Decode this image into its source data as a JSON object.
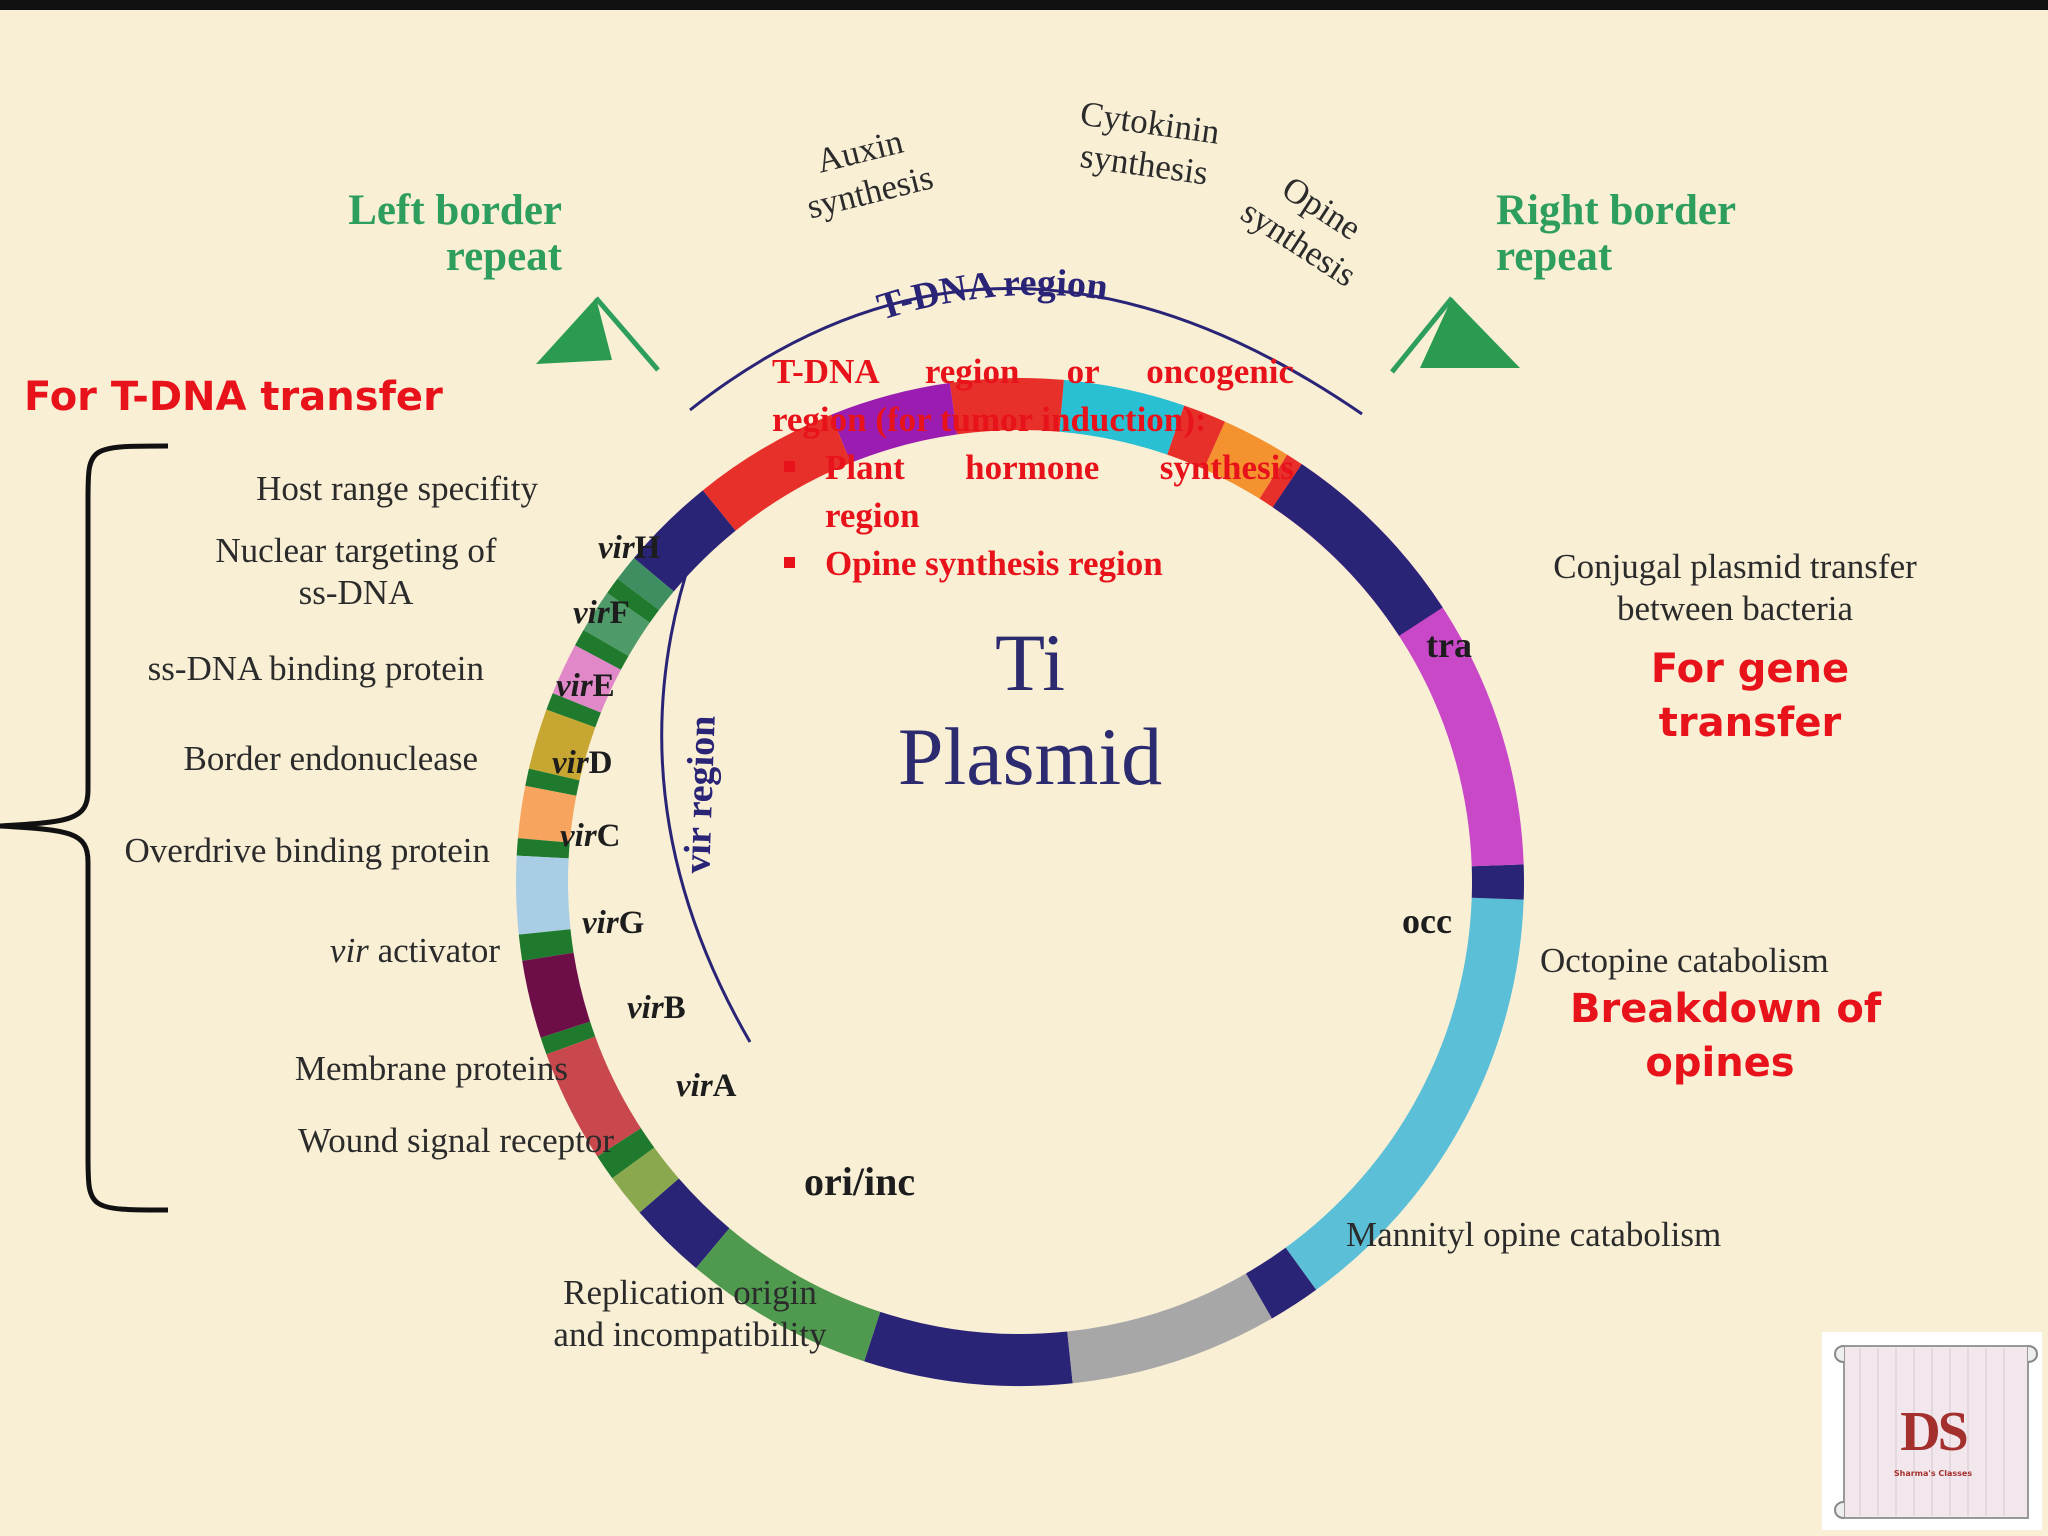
{
  "colors": {
    "background": "#f9efd5",
    "annotation_red": "#e8121b",
    "border_green": "#2e9e5e",
    "ring_navy": "#2a2477"
  },
  "red_labels": {
    "t_dna_transfer": "For T-DNA transfer",
    "gene_transfer": [
      "For gene",
      "transfer"
    ],
    "breakdown": [
      "Breakdown of",
      "opines"
    ]
  },
  "border_repeats": {
    "left": [
      "Left border",
      "repeat"
    ],
    "right": [
      "Right border",
      "repeat"
    ]
  },
  "top_labels": {
    "auxin": [
      "Auxin",
      "synthesis"
    ],
    "cytokinin": [
      "Cytokinin",
      "synthesis"
    ],
    "opine": [
      "Opine",
      "synthesis"
    ]
  },
  "arc_labels": {
    "t_dna_region": "T-DNA region",
    "vir_region": "vir region"
  },
  "center_title": [
    "Ti",
    "Plasmid"
  ],
  "t_dna_box": {
    "intro_line1": "T-DNA region or oncogenic",
    "intro_line2": "region (for tumor induction):",
    "bullets": [
      [
        "Plant hormone synthesis",
        "region"
      ],
      [
        "Opine synthesis region"
      ]
    ]
  },
  "left_functions": [
    {
      "lines": [
        "Host range specifity"
      ]
    },
    {
      "lines": [
        "Nuclear targeting of",
        "ss-DNA"
      ]
    },
    {
      "lines": [
        "ss-DNA binding protein"
      ]
    },
    {
      "lines": [
        "Border endonuclease"
      ]
    },
    {
      "lines": [
        "Overdrive binding protein"
      ]
    },
    {
      "prefix": "vir",
      "rest": " activator"
    },
    {
      "lines": [
        "Membrane proteins"
      ]
    },
    {
      "lines": [
        "Wound signal receptor"
      ]
    }
  ],
  "vir_genes": [
    {
      "italic": "vir",
      "letter": "H"
    },
    {
      "italic": "vir",
      "letter": "F"
    },
    {
      "italic": "vir",
      "letter": "E"
    },
    {
      "italic": "vir",
      "letter": "D"
    },
    {
      "italic": "vir",
      "letter": "C"
    },
    {
      "italic": "vir",
      "letter": "G"
    },
    {
      "italic": "vir",
      "letter": "B"
    },
    {
      "italic": "vir",
      "letter": "A"
    }
  ],
  "gene_labels": {
    "tra": "tra",
    "occ": "occ",
    "ori_inc": "ori/inc"
  },
  "right_functions": {
    "conjugal": [
      "Conjugal plasmid transfer",
      "between bacteria"
    ],
    "octopine": "Octopine catabolism",
    "mannityl": "Mannityl opine catabolism"
  },
  "bottom_function": [
    "Replication origin",
    "and incompatibility"
  ],
  "logo": {
    "letters": "DS",
    "name": "Sharma's Classes"
  }
}
